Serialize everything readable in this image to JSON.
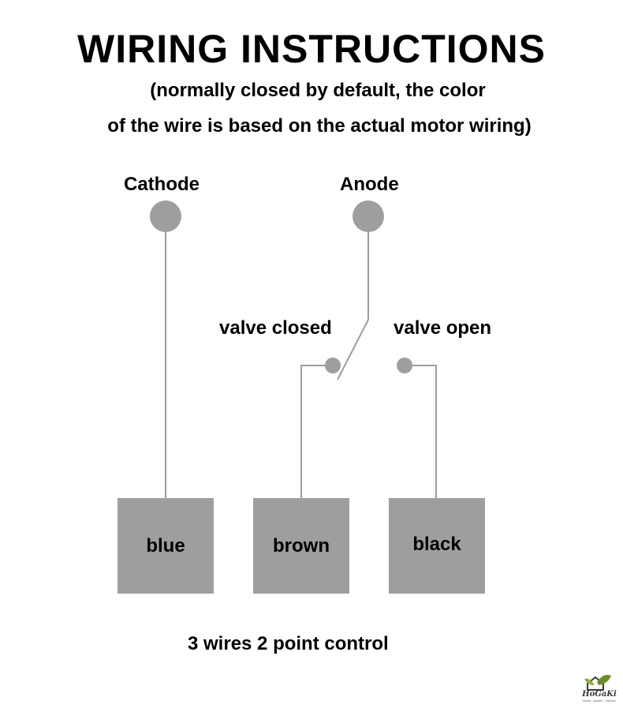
{
  "title": "WIRING INSTRUCTIONS",
  "subtitle_line1": "(normally closed by default, the color",
  "subtitle_line2": "of the wire is based on the actual motor wiring)",
  "terminals": {
    "cathode": "Cathode",
    "anode": "Anode",
    "valve_closed": "valve closed",
    "valve_open": "valve open"
  },
  "wires": {
    "blue": "blue",
    "brown": "brown",
    "black": "black"
  },
  "caption": "3 wires 2 point control",
  "logo": {
    "text": "HoGaKi",
    "tagline": "home · garden · kitchen"
  },
  "colors": {
    "node": "#9e9e9e",
    "box": "#9e9e9e",
    "wire": "#9e9e9e",
    "text": "#000000",
    "logo_green": "#6b8e23"
  }
}
